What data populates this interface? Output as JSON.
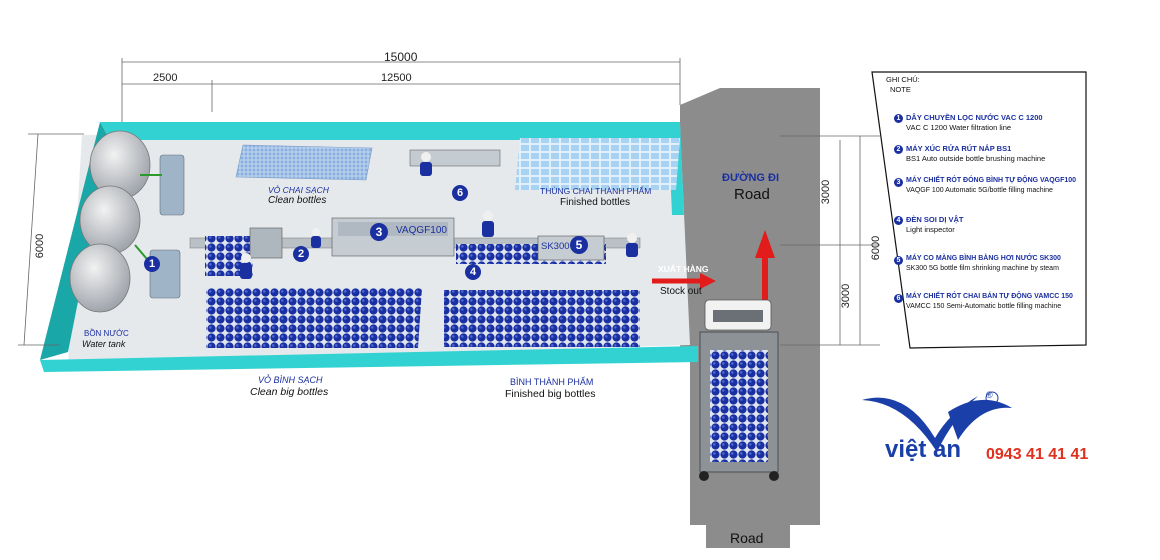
{
  "dimensions": {
    "total_length": "15000",
    "left_section": "2500",
    "right_section": "12500",
    "width": "6000",
    "road_upper": "3000",
    "road_lower": "3000",
    "road_total": "6000"
  },
  "areas": {
    "water_tank_vi": "BỒN NƯỚC",
    "water_tank_en": "Water tank",
    "clean_bottles_vi": "VỎ CHAI SẠCH",
    "clean_bottles_en": "Clean bottles",
    "finished_bottles_vi": "THÙNG CHAI THÀNH PHẨM",
    "finished_bottles_en": "Finished bottles",
    "clean_big_vi": "VỎ BÌNH SẠCH",
    "clean_big_en": "Clean big bottles",
    "finished_big_vi": "BÌNH THÀNH PHẨM",
    "finished_big_en": "Finished big bottles",
    "road_vi": "ĐƯỜNG ĐI",
    "road_en": "Road",
    "stock_out_vi": "XUẤT HÀNG",
    "stock_out_en": "Stock out"
  },
  "machine_labels": {
    "m1": "1",
    "m2": "2",
    "m3": "3",
    "m4": "4",
    "m5": "5",
    "m6": "6",
    "vaqgf": "VAQGF100",
    "sk300": "SK300"
  },
  "notes": {
    "title_vi": "GHI CHÚ:",
    "title_en": "NOTE",
    "items": [
      {
        "num": "1",
        "vi": "DÂY CHUYỀN LỌC NƯỚC VAC C 1200",
        "en": "VAC C 1200 Water filtration line"
      },
      {
        "num": "2",
        "vi": "MÁY XÚC RỬA RÚT NẮP BS1",
        "en": "BS1 Auto outside bottle brushing machine"
      },
      {
        "num": "3",
        "vi": "MÁY CHIẾT RÓT ĐÓNG BÌNH TỰ ĐỘNG VAQGF100",
        "en": "VAQGF 100  Automatic 5G/bottle filling machine"
      },
      {
        "num": "4",
        "vi": "ĐÈN SOI  DỊ VẬT",
        "en": "Light inspector"
      },
      {
        "num": "5",
        "vi": "MÁY CO MÀNG BÌNH BẰNG HƠI NƯỚC SK300",
        "en": "SK300  5G bottle film shrinking machine by steam"
      },
      {
        "num": "6",
        "vi": "MÁY CHIẾT RÓT CHAI BÁN TỰ ĐỘNG VAMCC 150",
        "en": "VAMCC 150 Semi-Automatic bottle filling machine"
      }
    ]
  },
  "brand": {
    "name": "việt an",
    "phone": "0943 41 41 41",
    "registered": "®"
  },
  "colors": {
    "wall": "#33d2d2",
    "wall_dark": "#1aa7a7",
    "bottle_blue": "#1a2fa0",
    "road": "#8c8c8c",
    "arrow": "#e21b1b",
    "brand_blue": "#1a3fa8",
    "phone_red": "#e0301e"
  }
}
